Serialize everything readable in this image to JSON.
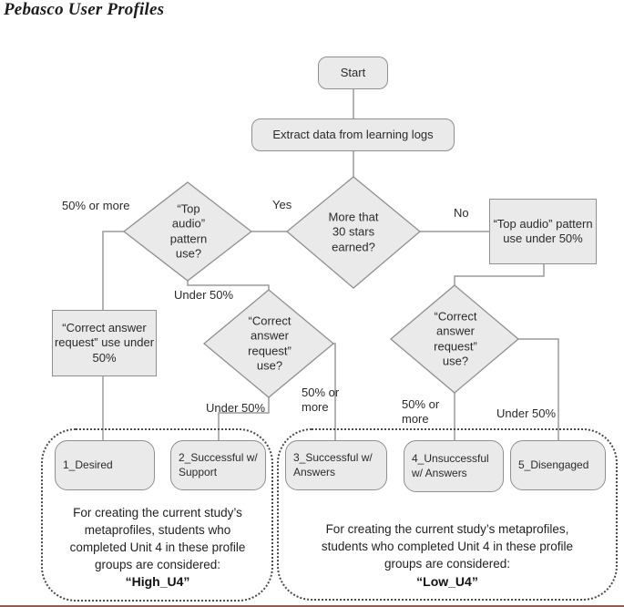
{
  "page_title": "Pebasco User Profiles",
  "colors": {
    "node_fill": "#eaeaea",
    "node_border": "#8f8f8f",
    "connector": "#9a9a9a",
    "text": "#2b2b2b",
    "dotted_border": "#4a4a4a",
    "bottom_bar": "#9a5a4a"
  },
  "nodes": {
    "start": "Start",
    "extract": "Extract data from learning logs",
    "stars_decision": "More that\n30 stars\nearned?",
    "top_audio_decision": "“Top\naudio”\npattern\nuse?",
    "top_audio_under_50": "“Top audio” pattern\nuse under 50%",
    "correct_answer_under_50": "“Correct answer\nrequest” use under\n50%",
    "correct_answer_decision_mid": "“Correct\nanswer\nrequest”\nuse?",
    "correct_answer_decision_right": "“Correct\nanswer\nrequest”\nuse?"
  },
  "edge_labels": {
    "yes": "Yes",
    "no": "No",
    "left_50_or_more": "50% or more",
    "left_under_50": "Under 50%",
    "mid_under_50": "Under 50%",
    "mid_50_or_more": "50% or\nmore",
    "right_50_or_more": "50% or\nmore",
    "right_under_50": "Under 50%"
  },
  "profiles": [
    {
      "label": "1_Desired"
    },
    {
      "label": "2_Successful w/\nSupport"
    },
    {
      "label": "3_Successful w/\nAnswers"
    },
    {
      "label": "4_Unsuccessful\nw/ Answers"
    },
    {
      "label": "5_Disengaged"
    }
  ],
  "groups": {
    "high": {
      "body": "For creating the current study’s\nmetaprofiles, students who\ncompleted Unit 4 in these profile\ngroups are considered:",
      "label": "“High_U4”"
    },
    "low": {
      "body": "For creating the current study’s metaprofiles,\nstudents who completed Unit 4 in these profile\ngroups are considered:",
      "label": "“Low_U4”"
    }
  }
}
